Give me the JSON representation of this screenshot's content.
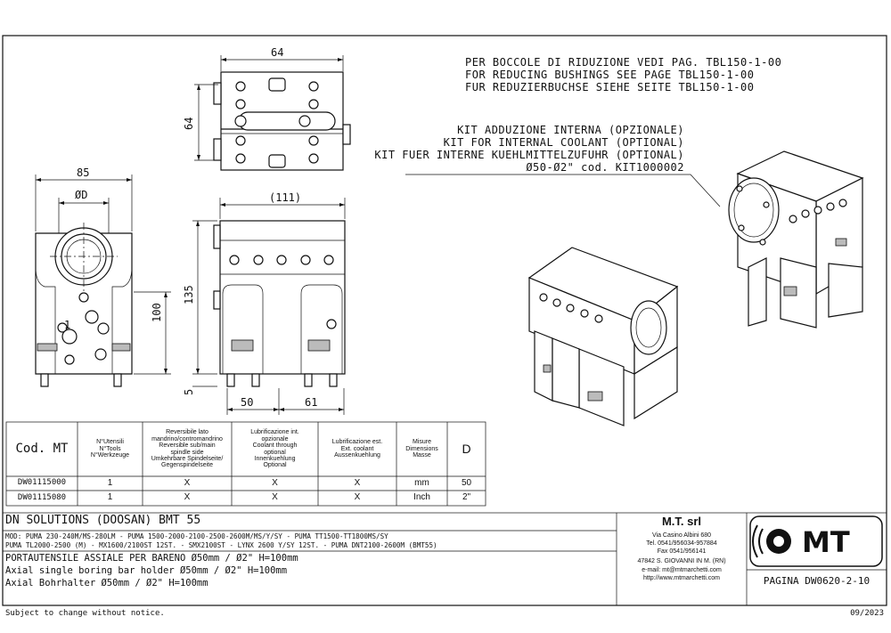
{
  "notes": {
    "bushings": [
      "PER BOCCOLE DI RIDUZIONE VEDI PAG. TBL150-1-00",
      "FOR REDUCING BUSHINGS SEE PAGE TBL150-1-00",
      "FUR REDUZIERBUCHSE SIEHE SEITE TBL150-1-00"
    ],
    "coolant": [
      "KIT ADDUZIONE INTERNA (OPZIONALE)",
      "KIT FOR INTERNAL COOLANT (OPTIONAL)",
      "KIT FUER INTERNE KUEHLMITTELZUFUHR (OPTIONAL)",
      "Ø50-Ø2\"  cod. KIT1000002"
    ]
  },
  "dimensions": {
    "top_width": "64",
    "top_height": "64",
    "front_width": "85",
    "bore": "ØD",
    "front_height": "100",
    "side_width": "(111)",
    "side_height": "135",
    "side_bottom": "5",
    "side_50": "50",
    "side_61": "61",
    "label_1": "1"
  },
  "table": {
    "headers": {
      "code": "Cod. MT",
      "tools": [
        "N°Utensili",
        "N°Tools",
        "N°Werkzeuge"
      ],
      "reversible": [
        "Reversibile lato",
        "mandrino/contromandrino",
        "Reversible sub/main",
        "spindle side",
        "Umkehrbare Spindelseite/",
        "Gegenspindelseite"
      ],
      "int_coolant": [
        "Lubrificazione int.",
        "opzionale",
        "Coolant through",
        "optional",
        "Innenkuehlung",
        "Optional"
      ],
      "ext_coolant": [
        "Lubrificazione est.",
        "Ext. coolant",
        "Aussenkuehlung"
      ],
      "dims": [
        "Misure",
        "Dimensions",
        "Masse"
      ],
      "d": "D"
    },
    "rows": [
      {
        "code": "DW01115000",
        "tools": "1",
        "rev": "X",
        "int": "X",
        "ext": "X",
        "unit": "mm",
        "d": "50"
      },
      {
        "code": "DW01115080",
        "tools": "1",
        "rev": "X",
        "int": "X",
        "ext": "X",
        "unit": "Inch",
        "d": "2\""
      }
    ]
  },
  "title_block": {
    "brand": "DN SOLUTIONS (DOOSAN)  BMT 55",
    "models": [
      "MOD: PUMA 230-240M/MS-280LM - PUMA 1500-2000-2100-2500-2600M/MS/Y/SY - PUMA TT1500-TT1800MS/SY",
      "PUMA TL2000-2500 (M) - MX1600/2100ST 12ST. - SMX2100ST - LYNX 2600 Y/SY 12ST. - PUMA DNT2100-2600M (BMT55)"
    ],
    "desc_it": "PORTAUTENSILE ASSIALE PER BARENO Ø50mm / Ø2\" H=100mm",
    "desc_en": "Axial single boring bar holder Ø50mm / Ø2\" H=100mm",
    "desc_de": "Axial Bohrhalter Ø50mm / Ø2\" H=100mm",
    "company": {
      "name": "M.T. srl",
      "address": "Via Casino Albini 680",
      "tel": "Tel. 0541/956034-957884",
      "fax": "Fax 0541/956141",
      "city": "47842 S. GIOVANNI IN M. (RN)",
      "email": "e-mail: mt@mtmarchetti.com",
      "web": "http://www.mtmarchetti.com"
    },
    "logo_text": "MT",
    "page": "PAGINA DW0620-2-10"
  },
  "footer": {
    "notice": "Subject to change without notice.",
    "date": "09/2023"
  }
}
